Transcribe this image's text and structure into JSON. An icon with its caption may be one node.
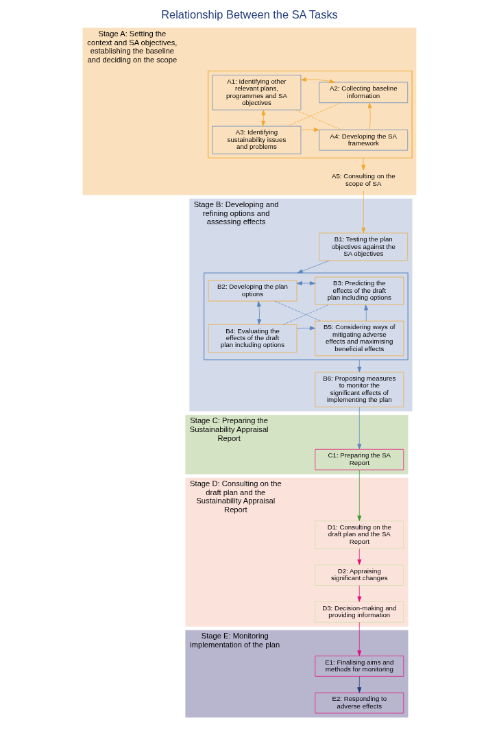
{
  "diagram": {
    "title": "Relationship Between the SA Tasks",
    "nodes": [
      {
        "text": [
          "Stage A: Setting the context and SA objectives, establishing the baseline and deciding on the scope"
        ]
      },
      {
        "text": [],
        "shape": "box",
        "in": 0
      },
      {
        "text": [
          "A1: Identifying other relevant plans, programmes and SA objectives"
        ],
        "in": 1
      },
      {
        "text": [
          "A2: Collecting baseline information"
        ],
        "in": 1
      },
      {
        "text": [
          "A3: Identifying sustainability issues and problems"
        ],
        "in": 1
      },
      {
        "text": [
          "A4: Developing the SA framework"
        ],
        "in": 1
      },
      {
        "text": [
          "A5: Consulting on the scope of SA"
        ],
        "in": 0
      },
      {
        "text": [
          "Stage B: Developing and refining options and assessing effects"
        ]
      },
      {
        "text": [
          "B1: Testing the plan objectives against the SA objectives"
        ],
        "in": 7
      },
      {
        "text": [],
        "shape": "box",
        "in": 7
      },
      {
        "text": [
          "B2: Developing the plan options"
        ],
        "in": 9
      },
      {
        "text": [
          "B3: Predicting the effects of the draft plan including options"
        ],
        "in": 9
      },
      {
        "text": [
          "B4: Evaluating the effects of the draft plan including options"
        ],
        "in": 9
      },
      {
        "text": [
          "B5: Considering ways of mitigating adverse effects and maximising beneficial effects"
        ],
        "in": 9
      },
      {
        "text": [
          "B6: Proposing measures to monitor the significant effects of implementing the plan"
        ],
        "in": 7
      },
      {
        "text": [
          "Stage C: Preparing the Sustainability Appraisal Report"
        ]
      },
      {
        "text": [
          "C1: Preparing the SA Report"
        ],
        "in": 15
      },
      {
        "text": [
          "Stage D: Consulting on the draft plan and the Sustainability Appraisal Report"
        ]
      },
      {
        "text": [
          "D1: Consulting on the draft plan and the SA Report"
        ],
        "in": 17
      },
      {
        "text": [
          "D2: Appraising significant changes"
        ],
        "in": 17
      },
      {
        "text": [
          "D3: Decision-making and providing information"
        ],
        "in": 17
      },
      {
        "text": [
          "Stage E: Monitoring implementation of the plan"
        ]
      },
      {
        "text": [
          "E1: Finalising aims and methods for monitoring"
        ],
        "in": 21
      },
      {
        "text": [
          "E2: Responding to adverse effects"
        ],
        "in": 21
      }
    ],
    "edges": [
      {
        "from": 2,
        "to": 3,
        "arrow": "both",
        "color": "#f0a830"
      },
      {
        "from": 2,
        "to": 4,
        "arrow": "both",
        "color": "#f0a830"
      },
      {
        "from": 5,
        "to": 3,
        "arrow": "to",
        "color": "#f0a830"
      },
      {
        "from": 4,
        "to": 5,
        "arrow": "to",
        "color": "#f0a830"
      },
      {
        "from": 2,
        "to": 5,
        "arrow": "none",
        "style": "dashed",
        "color": "#f0a830"
      },
      {
        "from": 4,
        "to": 3,
        "arrow": "none",
        "style": "dashed",
        "color": "#f0a830"
      },
      {
        "from": 1,
        "to": 6,
        "arrow": "to",
        "color": "#f0a830"
      },
      {
        "from": 6,
        "to": 8,
        "arrow": "to",
        "color": "#f0a830"
      },
      {
        "from": 8,
        "to": 9,
        "arrow": "to",
        "color": "#5b85c0"
      },
      {
        "from": 10,
        "to": 11,
        "arrow": "both",
        "color": "#5b85c0"
      },
      {
        "from": 10,
        "to": 12,
        "arrow": "both",
        "color": "#5b85c0"
      },
      {
        "from": 12,
        "to": 13,
        "arrow": "to",
        "color": "#5b85c0"
      },
      {
        "from": 13,
        "to": 11,
        "arrow": "to",
        "color": "#5b85c0"
      },
      {
        "from": 10,
        "to": 13,
        "arrow": "none",
        "style": "dashed",
        "color": "#5b85c0"
      },
      {
        "from": 12,
        "to": 11,
        "arrow": "none",
        "style": "dashed",
        "color": "#5b85c0"
      },
      {
        "from": 9,
        "to": 14,
        "arrow": "to",
        "color": "#5b85c0"
      },
      {
        "from": 14,
        "to": 16,
        "arrow": "to",
        "color": "#5b85c0"
      },
      {
        "from": 16,
        "to": 18,
        "arrow": "to",
        "color": "#3a9a2a"
      },
      {
        "from": 18,
        "to": 19,
        "arrow": "to",
        "color": "#e0107a"
      },
      {
        "from": 19,
        "to": 20,
        "arrow": "to",
        "color": "#e0107a"
      },
      {
        "from": 20,
        "to": 22,
        "arrow": "to",
        "color": "#e0107a"
      },
      {
        "from": 22,
        "to": 23,
        "arrow": "to",
        "color": "#1f3a7a"
      }
    ]
  }
}
